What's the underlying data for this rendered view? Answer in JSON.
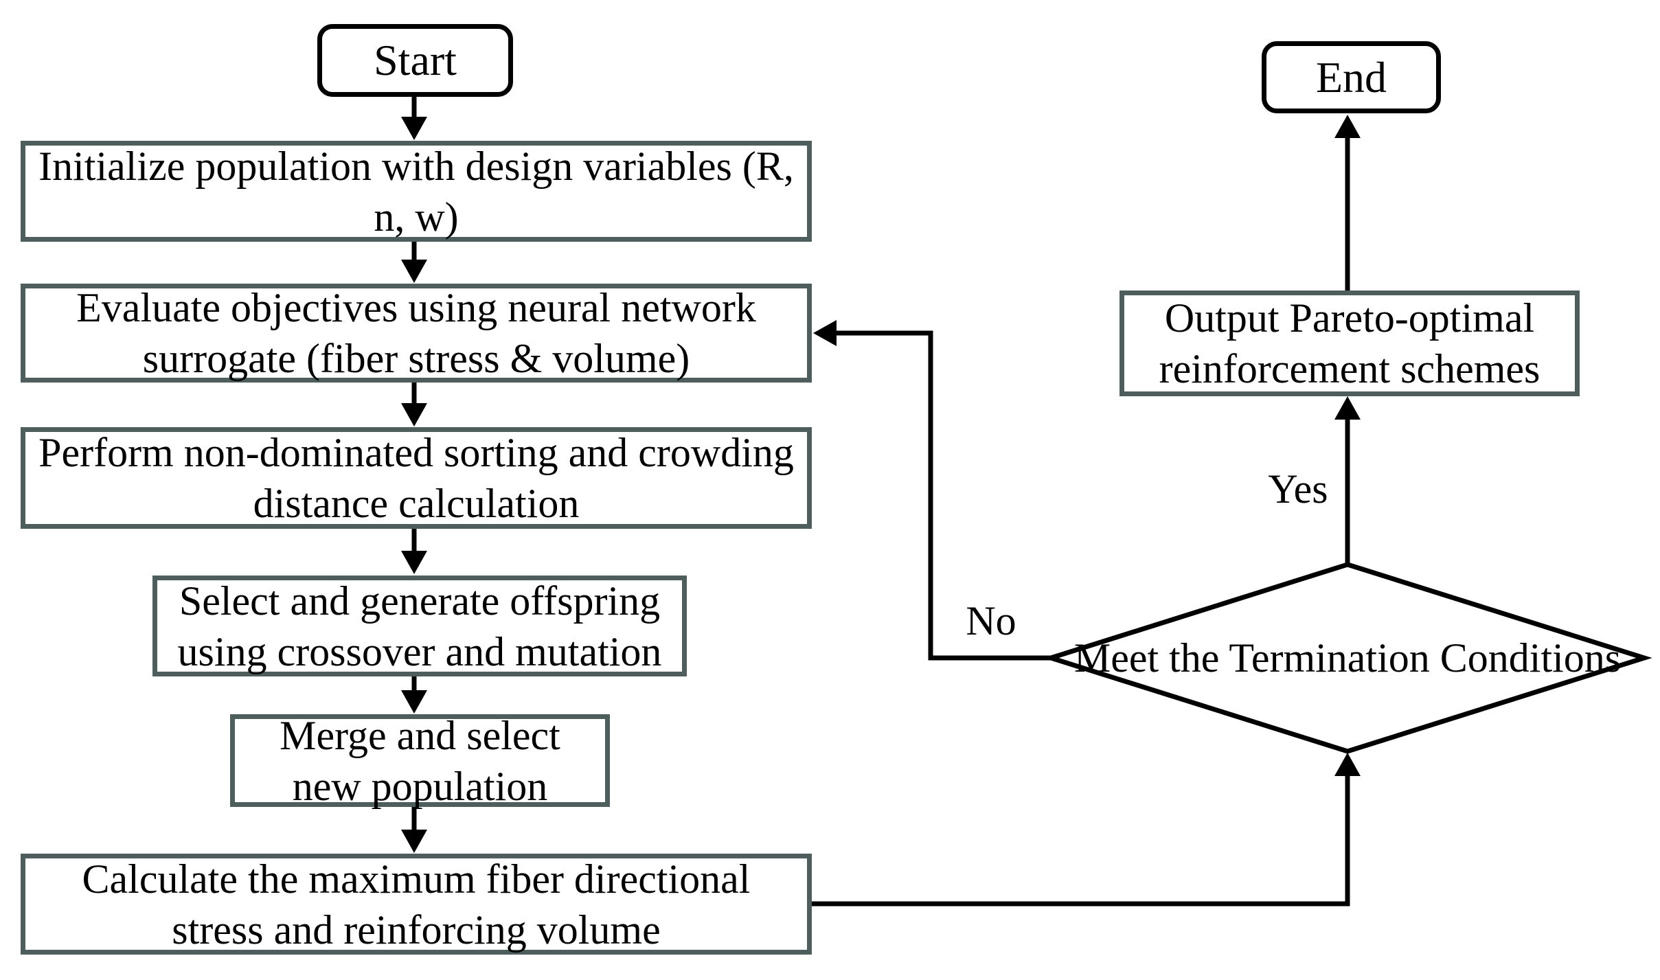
{
  "flowchart": {
    "colors": {
      "background": "#ffffff",
      "process_border": "#4d5e5c",
      "terminal_border": "#000000",
      "connector": "#000000",
      "text": "#000000"
    },
    "nodes": {
      "start": {
        "label": "Start"
      },
      "initialize": {
        "lines": [
          "Initialize population with design variables (R,",
          "n, w)"
        ]
      },
      "evaluate": {
        "lines": [
          "Evaluate objectives using neural network",
          "surrogate (fiber stress & volume)"
        ]
      },
      "sorting": {
        "lines": [
          "Perform non-dominated sorting and crowding",
          "distance calculation"
        ]
      },
      "offspring": {
        "lines": [
          "Select and generate offspring",
          "using crossover and mutation"
        ]
      },
      "merge": {
        "lines": [
          "Merge and select",
          "new population"
        ]
      },
      "calculate": {
        "lines": [
          "Calculate the maximum fiber directional",
          "stress and reinforcing volume"
        ]
      },
      "output": {
        "lines": [
          "Output Pareto-optimal",
          "reinforcement schemes"
        ]
      },
      "decision": {
        "lines": [
          "Meet the",
          "Termination",
          "Conditions"
        ]
      },
      "end": {
        "label": "End"
      }
    },
    "edge_labels": {
      "yes": "Yes",
      "no": "No"
    }
  }
}
